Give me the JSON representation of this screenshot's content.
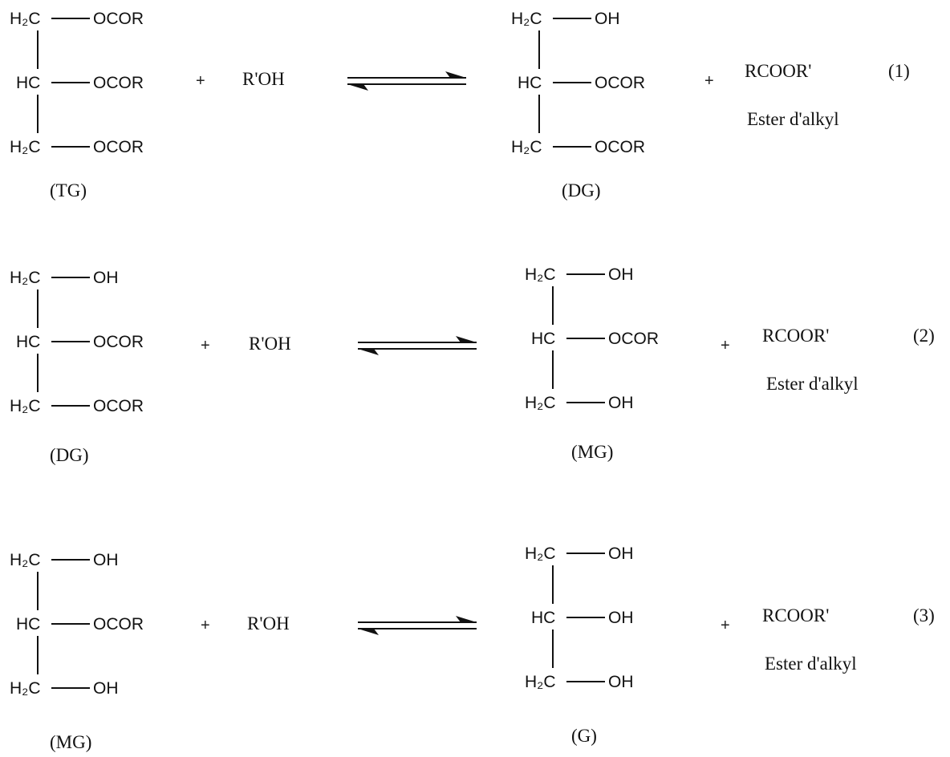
{
  "reactions": [
    {
      "reactant": {
        "rows": [
          {
            "atom": "H₂C",
            "group": "OCOR"
          },
          {
            "atom": "HC",
            "group": "OCOR"
          },
          {
            "atom": "H₂C",
            "group": "OCOR"
          }
        ],
        "label": "(TG)"
      },
      "plus1": "+",
      "reagent": "R'OH",
      "product": {
        "rows": [
          {
            "atom": "H₂C",
            "group": "OH"
          },
          {
            "atom": "HC",
            "group": "OCOR"
          },
          {
            "atom": "H₂C",
            "group": "OCOR"
          }
        ],
        "label": "(DG)"
      },
      "plus2": "+",
      "byproduct": "RCOOR'",
      "byproduct_name": "Ester d'alkyl",
      "number": "(1)"
    },
    {
      "reactant": {
        "rows": [
          {
            "atom": "H₂C",
            "group": "OH"
          },
          {
            "atom": "HC",
            "group": "OCOR"
          },
          {
            "atom": "H₂C",
            "group": "OCOR"
          }
        ],
        "label": "(DG)"
      },
      "plus1": "+",
      "reagent": "R'OH",
      "product": {
        "rows": [
          {
            "atom": "H₂C",
            "group": "OH"
          },
          {
            "atom": "HC",
            "group": "OCOR"
          },
          {
            "atom": "H₂C",
            "group": "OH"
          }
        ],
        "label": "(MG)"
      },
      "plus2": "+",
      "byproduct": "RCOOR'",
      "byproduct_name": "Ester d'alkyl",
      "number": "(2)"
    },
    {
      "reactant": {
        "rows": [
          {
            "atom": "H₂C",
            "group": "OH"
          },
          {
            "atom": "HC",
            "group": "OCOR"
          },
          {
            "atom": "H₂C",
            "group": "OH"
          }
        ],
        "label": "(MG)"
      },
      "plus1": "+",
      "reagent": "R'OH",
      "product": {
        "rows": [
          {
            "atom": "H₂C",
            "group": "OH"
          },
          {
            "atom": "HC",
            "group": "OH"
          },
          {
            "atom": "H₂C",
            "group": "OH"
          }
        ],
        "label": "(G)"
      },
      "plus2": "+",
      "byproduct": "RCOOR'",
      "byproduct_name": "Ester d'alkyl",
      "number": "(3)"
    }
  ]
}
